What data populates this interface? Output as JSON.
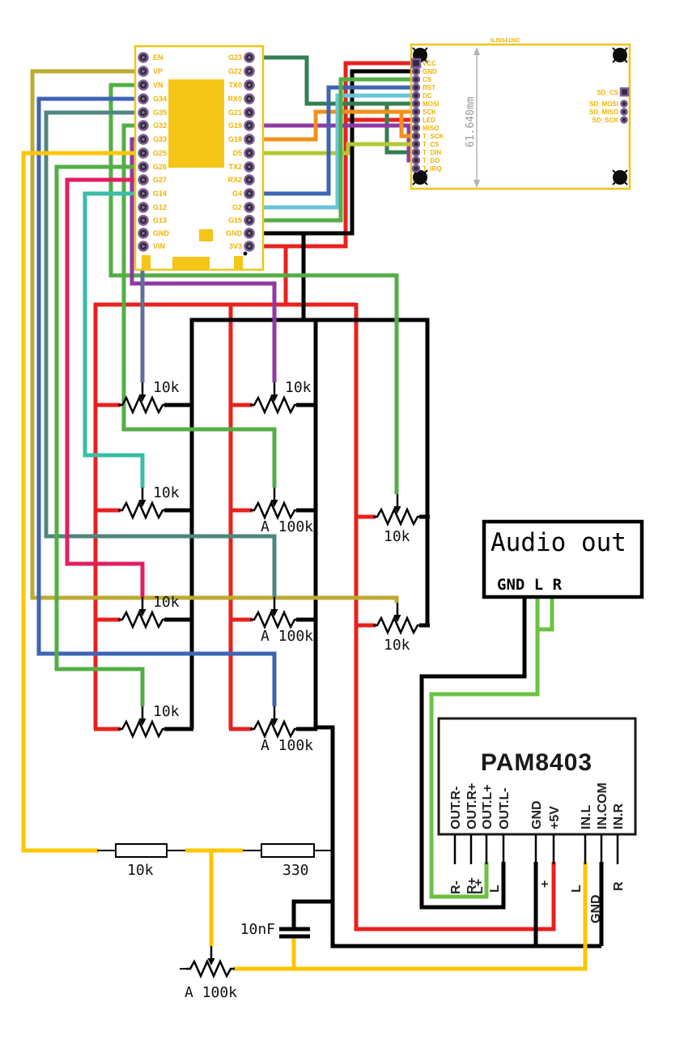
{
  "esp32": {
    "left_pins": [
      "EN",
      "VP",
      "VN",
      "G34",
      "G35",
      "G32",
      "G33",
      "G25",
      "G26",
      "G27",
      "G14",
      "G12",
      "G13",
      "GND",
      "VIN"
    ],
    "right_pins": [
      "G23",
      "G22",
      "TX0",
      "RX0",
      "G21",
      "G19",
      "G18",
      "D5",
      "TX2",
      "RX2",
      "G4",
      "G2",
      "G15",
      "GND",
      "3V3"
    ]
  },
  "display": {
    "title": "ILI9341NC",
    "dimension": "61.640mm",
    "left_pins": [
      "VCC",
      "GND",
      "CS",
      "RST",
      "DC",
      "MOSI",
      "SCK",
      "LED",
      "MISO",
      "T_SCK",
      "T_CS",
      "T_DIN",
      "T_DO",
      "T_IRQ"
    ],
    "sd_pins": [
      "SD_CS",
      "SD_MOSI",
      "SD_MISO",
      "SD_SCK"
    ]
  },
  "pots": [
    "10k",
    "10k",
    "10k",
    "10k",
    "10k",
    "A 100k",
    "A 100k",
    "A 100k",
    "10k",
    "10k",
    "A 100k"
  ],
  "parts": {
    "r1": "10k",
    "r2": "330",
    "c1": "10nF"
  },
  "audio_out": {
    "title": "Audio out",
    "pins_label": "GND L R"
  },
  "pam": {
    "title": "PAM8403",
    "pins": [
      {
        "label": "OUT.R-",
        "sub": "R-"
      },
      {
        "label": "OUT.R+",
        "sub": "R+"
      },
      {
        "label": "OUT.L+",
        "sub": "L+"
      },
      {
        "label": "OUT.L-",
        "sub": "L"
      },
      {
        "label": "GND",
        "sub": ""
      },
      {
        "label": "+5V",
        "sub": "+"
      },
      {
        "label": "IN.L",
        "sub": "L"
      },
      {
        "label": "IN.COM",
        "sub": "GND"
      },
      {
        "label": "IN.R",
        "sub": "R"
      }
    ]
  },
  "colors": {
    "black": "#000000",
    "red": "#e8211d",
    "gold": "#fdc500",
    "olive": "#bcab2f",
    "green": "#53ae46",
    "audiogreen": "#6cc242",
    "seagreen": "#337f51",
    "yellowgreen": "#b4c832",
    "orange": "#f39019",
    "blue": "#3e64b4",
    "cyan": "#66c5d8",
    "teal": "#3abca9",
    "steelteal": "#4f8780",
    "crimson": "#e11f63",
    "purple": "#9238a4",
    "slate": "#5e7096",
    "boardYellow": "#f0c419",
    "chipYellow": "#f5c518",
    "silkYellow": "#f0b400"
  }
}
